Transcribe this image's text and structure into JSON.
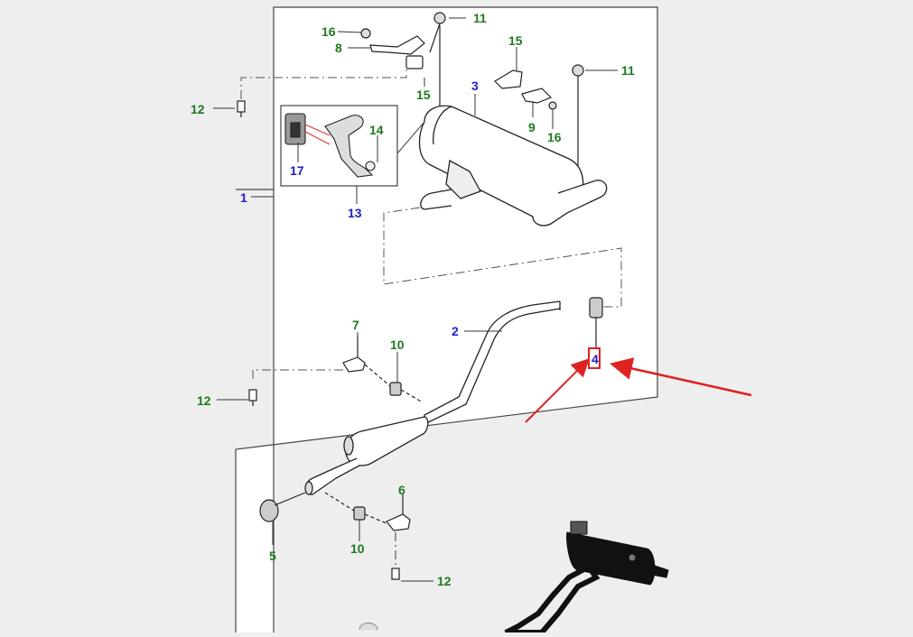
{
  "colors": {
    "background": "#eeeeee",
    "panel": "#ffffff",
    "line": "#333333",
    "label_green": "#1f7a1f",
    "label_blue": "#1f1fcc",
    "highlight": "#dd2222",
    "part_dark": "#111111"
  },
  "callouts": {
    "c1": "1",
    "c2": "2",
    "c3": "3",
    "c4": "4",
    "c5": "5",
    "c6": "6",
    "c7": "7",
    "c8": "8",
    "c9": "9",
    "c10a": "10",
    "c10b": "10",
    "c11a": "11",
    "c11b": "11",
    "c12a": "12",
    "c12b": "12",
    "c12c": "12",
    "c13": "13",
    "c14": "14",
    "c15a": "15",
    "c15b": "15",
    "c16a": "16",
    "c16b": "16",
    "c17": "17"
  },
  "highlight": {
    "target": "4",
    "arrows": [
      "arrow-from-right",
      "arrow-from-bottom-left"
    ]
  },
  "icons": [
    "exhaust-system-thumbnail-icon"
  ]
}
